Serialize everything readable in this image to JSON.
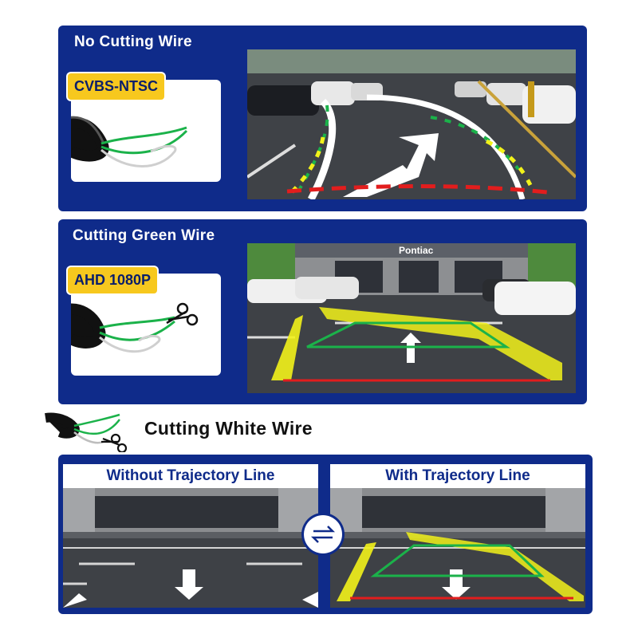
{
  "section1": {
    "title": "No Cutting Wire",
    "badge": "CVBS-NTSC",
    "wire_icon": "wire-bundle-icon"
  },
  "section2": {
    "title": "Cutting Green Wire",
    "badge": "AHD 1080P",
    "wire_icon": "wire-bundle-scissors-icon",
    "storefront_sign": "Pontiac"
  },
  "section3": {
    "title": "Cutting White Wire",
    "left_label": "Without Trajectory Line",
    "right_label": "With Trajectory Line",
    "swap_icon": "swap-arrows-icon"
  },
  "colors": {
    "panel_blue": "#0f2b8a",
    "badge_yellow": "#f7c81e",
    "wire_green": "#1bb24a",
    "guide_red": "#e21d1d",
    "guide_yellow": "#f2f21a"
  }
}
